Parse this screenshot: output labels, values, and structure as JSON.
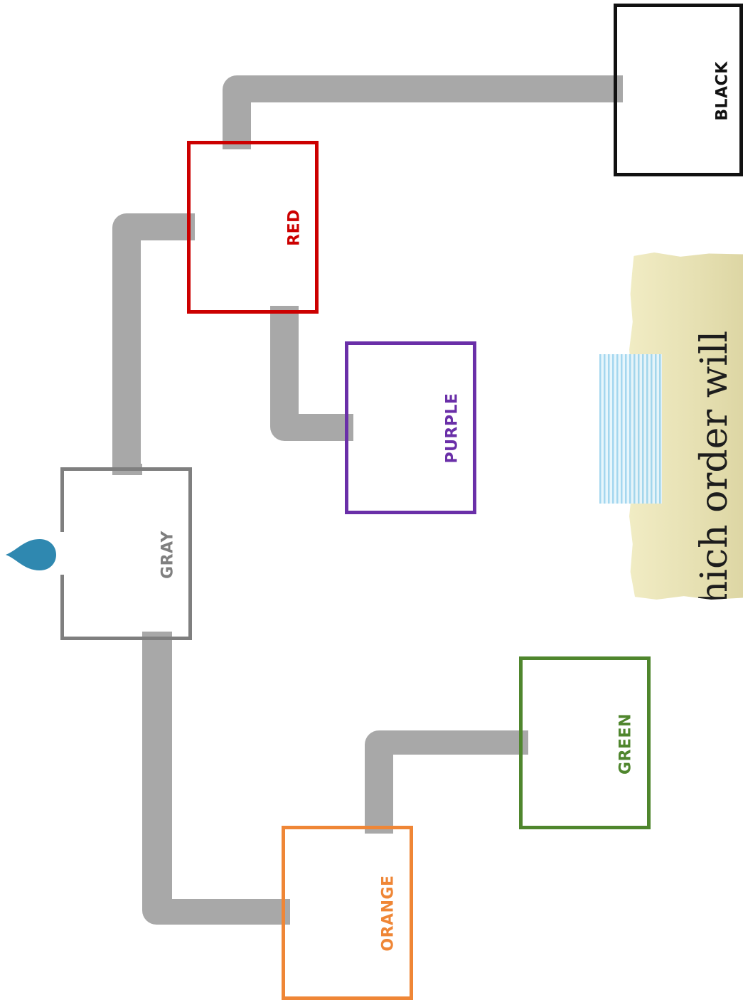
{
  "diagram": {
    "boxes": [
      {
        "id": "gray",
        "label": "GRAY",
        "color": "#7f7f7f"
      },
      {
        "id": "red",
        "label": "RED",
        "color": "#cc0000"
      },
      {
        "id": "purple",
        "label": "PURPLE",
        "color": "#6a2fa8"
      },
      {
        "id": "black",
        "label": "BLACK",
        "color": "#111111"
      },
      {
        "id": "orange",
        "label": "ORANGE",
        "color": "#ef8636"
      },
      {
        "id": "green",
        "label": "GREEN",
        "color": "#4f862d"
      }
    ],
    "pipe_color": "#a8a8a8",
    "drop_color": "#2f88b0"
  },
  "note": {
    "text": "In which order will"
  }
}
